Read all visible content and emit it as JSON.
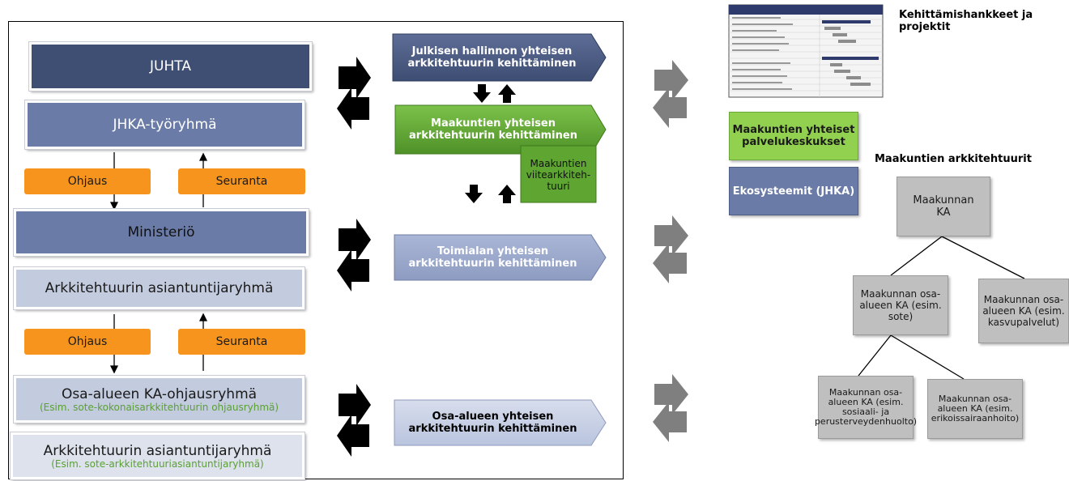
{
  "left": {
    "juhta": "JUHTA",
    "jhka": "JHKA-työryhmä",
    "ohjaus1": "Ohjaus",
    "seuranta1": "Seuranta",
    "ministerio": "Ministeriö",
    "asiantuntija1": "Arkkitehtuurin asiantuntijaryhmä",
    "ohjaus2": "Ohjaus",
    "seuranta2": "Seuranta",
    "osa_ohjaus": "Osa-alueen KA-ohjausryhmä",
    "osa_ohjaus_sub": "(Esim. sote-kokonaisarkkitehtuurin ohjausryhmä)",
    "asiantuntija2": "Arkkitehtuurin asiantuntijaryhmä",
    "asiantuntija2_sub": "(Esim. sote-arkkitehtuuriasiantuntijaryhmä)"
  },
  "middle": {
    "julkisen": "Julkisen hallinnon yhteisen arkkitehtuurin kehittäminen",
    "maakuntien": "Maakuntien yhteisen arkkitehtuurin kehittäminen",
    "viitearkkitehtuuri": "Maakuntien viitearkkiteh-tuuri",
    "toimialan": "Toimialan yhteisen arkkitehtuurin kehittäminen",
    "osa_alueen": "Osa-alueen yhteisen arkkitehtuurin kehittäminen"
  },
  "right": {
    "kehittamis_title": "Kehittämishankkeet ja projektit",
    "palvelukeskukset": "Maakuntien yhteiset palvelukeskukset",
    "ekosysteemit": "Ekosysteemit (JHKA)",
    "arkkitehtuurit_title": "Maakuntien arkkitehtuurit",
    "maakunnan_ka": "Maakunnan KA",
    "osa_sote": "Maakunnan osa-alueen KA (esim. sote)",
    "osa_kasvu": "Maakunnan osa-alueen KA (esim. kasvupalvelut)",
    "osa_sosiaali": "Maakunnan osa-alueen KA (esim. sosiaali- ja perusterveydenhuolto)",
    "osa_erikois": "Maakunnan osa-alueen KA (esim. erikoissairaanhoito)"
  },
  "colors": {
    "dark_blue": "#3f4f74",
    "mid_blue": "#6a7ba7",
    "light_blue": "#9ba8c8",
    "green": "#5ea532",
    "orange": "#f7941d",
    "grey": "#bfbfbf"
  }
}
